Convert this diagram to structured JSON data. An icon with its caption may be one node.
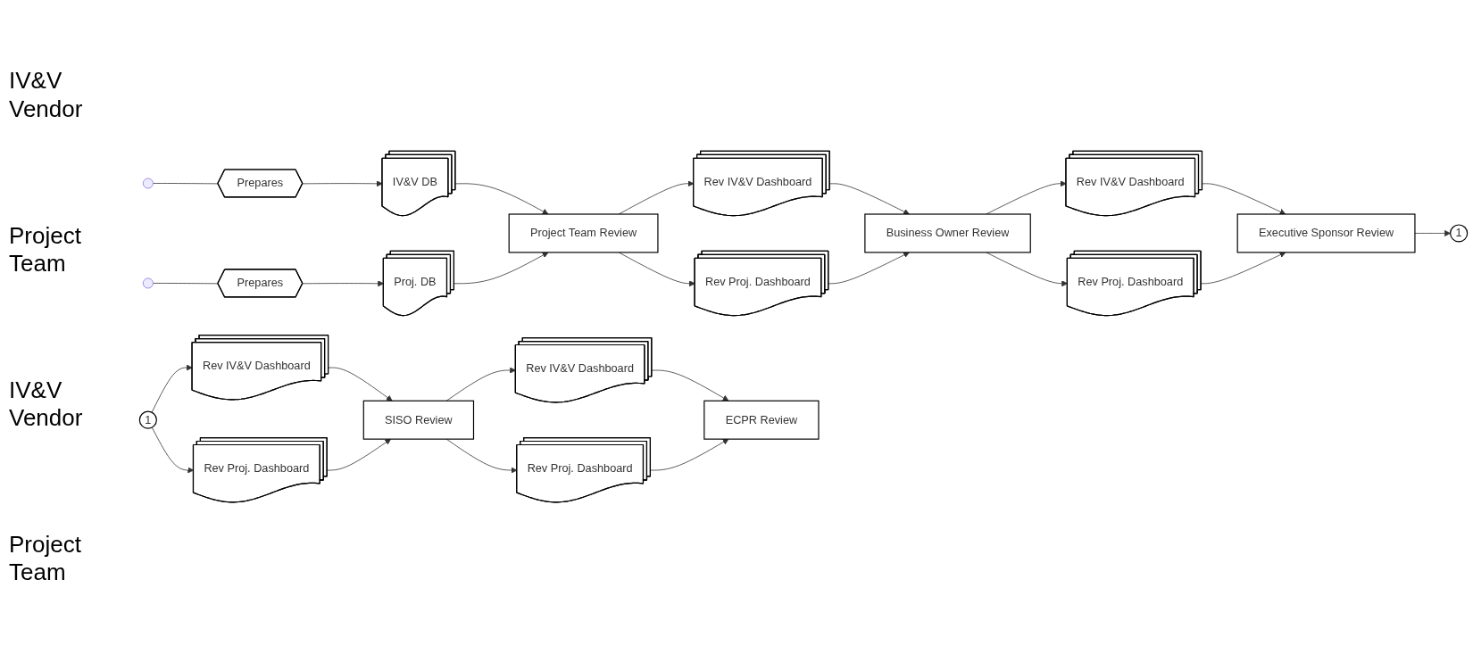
{
  "diagram": {
    "nodes": [
      {
        "text": [
          "Prepares"
        ]
      },
      {
        "text": [
          "IV&V DB"
        ]
      },
      {
        "text": [
          "Prepares"
        ]
      },
      {
        "text": [
          "Proj. DB"
        ]
      },
      {
        "text": [
          "Project Team Review"
        ]
      },
      {
        "text": [
          "Rev IV&V Dashboard"
        ]
      },
      {
        "text": [
          "Rev Proj. Dashboard"
        ]
      },
      {
        "text": [
          "Business Owner Review"
        ]
      },
      {
        "text": [
          "Rev IV&V Dashboard"
        ]
      },
      {
        "text": [
          "Rev Proj. Dashboard"
        ]
      },
      {
        "text": [
          "Executive Sponsor Review"
        ]
      },
      {
        "text": [
          "1"
        ]
      },
      {
        "text": [
          "1"
        ]
      },
      {
        "text": [
          "Rev IV&V Dashboard"
        ]
      },
      {
        "text": [
          "Rev Proj. Dashboard"
        ]
      },
      {
        "text": [
          "SISO Review"
        ]
      },
      {
        "text": [
          "Rev IV&V Dashboard"
        ]
      },
      {
        "text": [
          "Rev Proj. Dashboard"
        ]
      },
      {
        "text": [
          "ECPR Review"
        ]
      }
    ],
    "edges": [
      {
        "from": null,
        "to": 0,
        "arrow": "none"
      },
      {
        "from": 0,
        "to": 1,
        "arrow": "to"
      },
      {
        "from": null,
        "to": 2,
        "arrow": "none"
      },
      {
        "from": 2,
        "to": 3,
        "arrow": "to"
      },
      {
        "from": 1,
        "to": 4,
        "arrow": "to"
      },
      {
        "from": 3,
        "to": 4,
        "arrow": "to"
      },
      {
        "from": 4,
        "to": 5,
        "arrow": "to"
      },
      {
        "from": 4,
        "to": 6,
        "arrow": "to"
      },
      {
        "from": 5,
        "to": 7,
        "arrow": "to"
      },
      {
        "from": 6,
        "to": 7,
        "arrow": "to"
      },
      {
        "from": 7,
        "to": 8,
        "arrow": "to"
      },
      {
        "from": 7,
        "to": 9,
        "arrow": "to"
      },
      {
        "from": 8,
        "to": 10,
        "arrow": "to"
      },
      {
        "from": 9,
        "to": 10,
        "arrow": "to"
      },
      {
        "from": 10,
        "to": 11,
        "arrow": "to"
      },
      {
        "from": 12,
        "to": 13,
        "arrow": "to"
      },
      {
        "from": 12,
        "to": 14,
        "arrow": "to"
      },
      {
        "from": 13,
        "to": 15,
        "arrow": "to"
      },
      {
        "from": 14,
        "to": 15,
        "arrow": "to"
      },
      {
        "from": 15,
        "to": 16,
        "arrow": "to"
      },
      {
        "from": 15,
        "to": 17,
        "arrow": "to"
      },
      {
        "from": 16,
        "to": 18,
        "arrow": "to"
      },
      {
        "from": 17,
        "to": 18,
        "arrow": "to"
      }
    ],
    "labels": [
      "IV&V Vendor",
      "Project Team",
      "IV&V Vendor",
      "Project Team"
    ]
  }
}
